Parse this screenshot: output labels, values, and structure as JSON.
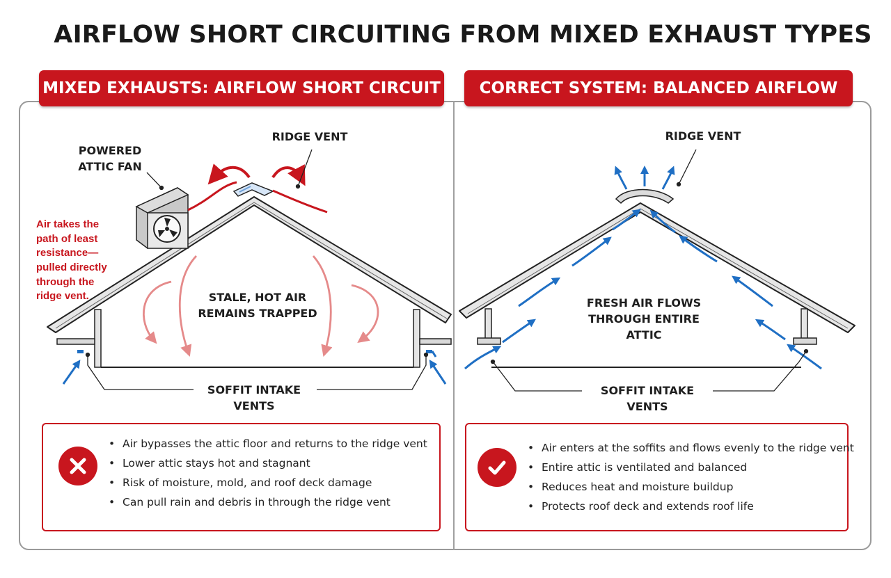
{
  "title": "AIRFLOW SHORT CIRCUITING FROM MIXED EXHAUST TYPES",
  "left_panel": {
    "banner": "MIXED EXHAUSTS: AIRFLOW SHORT CIRCUIT",
    "label_powered_fan": "POWERED\nATTIC FAN",
    "label_ridge_vent": "RIDGE VENT",
    "label_center": "STALE, HOT AIR\nREMAINS TRAPPED",
    "label_soffit": "SOFFIT INTAKE VENTS",
    "note": "Air takes the path of least resistance—pulled directly through the ridge vent.",
    "status_icon": "x-mark-icon",
    "bullets": [
      "Air bypasses the attic floor and returns to the ridge vent",
      "Lower attic stays hot and stagnant",
      "Risk of moisture, mold, and roof deck damage",
      "Can pull rain and debris in through the ridge vent"
    ]
  },
  "right_panel": {
    "banner": "CORRECT SYSTEM: BALANCED AIRFLOW",
    "label_ridge_vent": "RIDGE VENT",
    "label_center": "FRESH AIR FLOWS\nTHROUGH ENTIRE ATTIC",
    "label_soffit": "SOFFIT INTAKE VENTS",
    "status_icon": "check-mark-icon",
    "bullets": [
      "Air enters at the soffits and flows evenly to the ridge vent",
      "Entire attic is ventilated and balanced",
      "Reduces heat and moisture buildup",
      "Protects roof deck and extends roof life"
    ]
  },
  "colors": {
    "accent_red": "#c8161e",
    "airflow_blue": "#1f6fc4",
    "stale_air_pink": "#e58a8a"
  }
}
